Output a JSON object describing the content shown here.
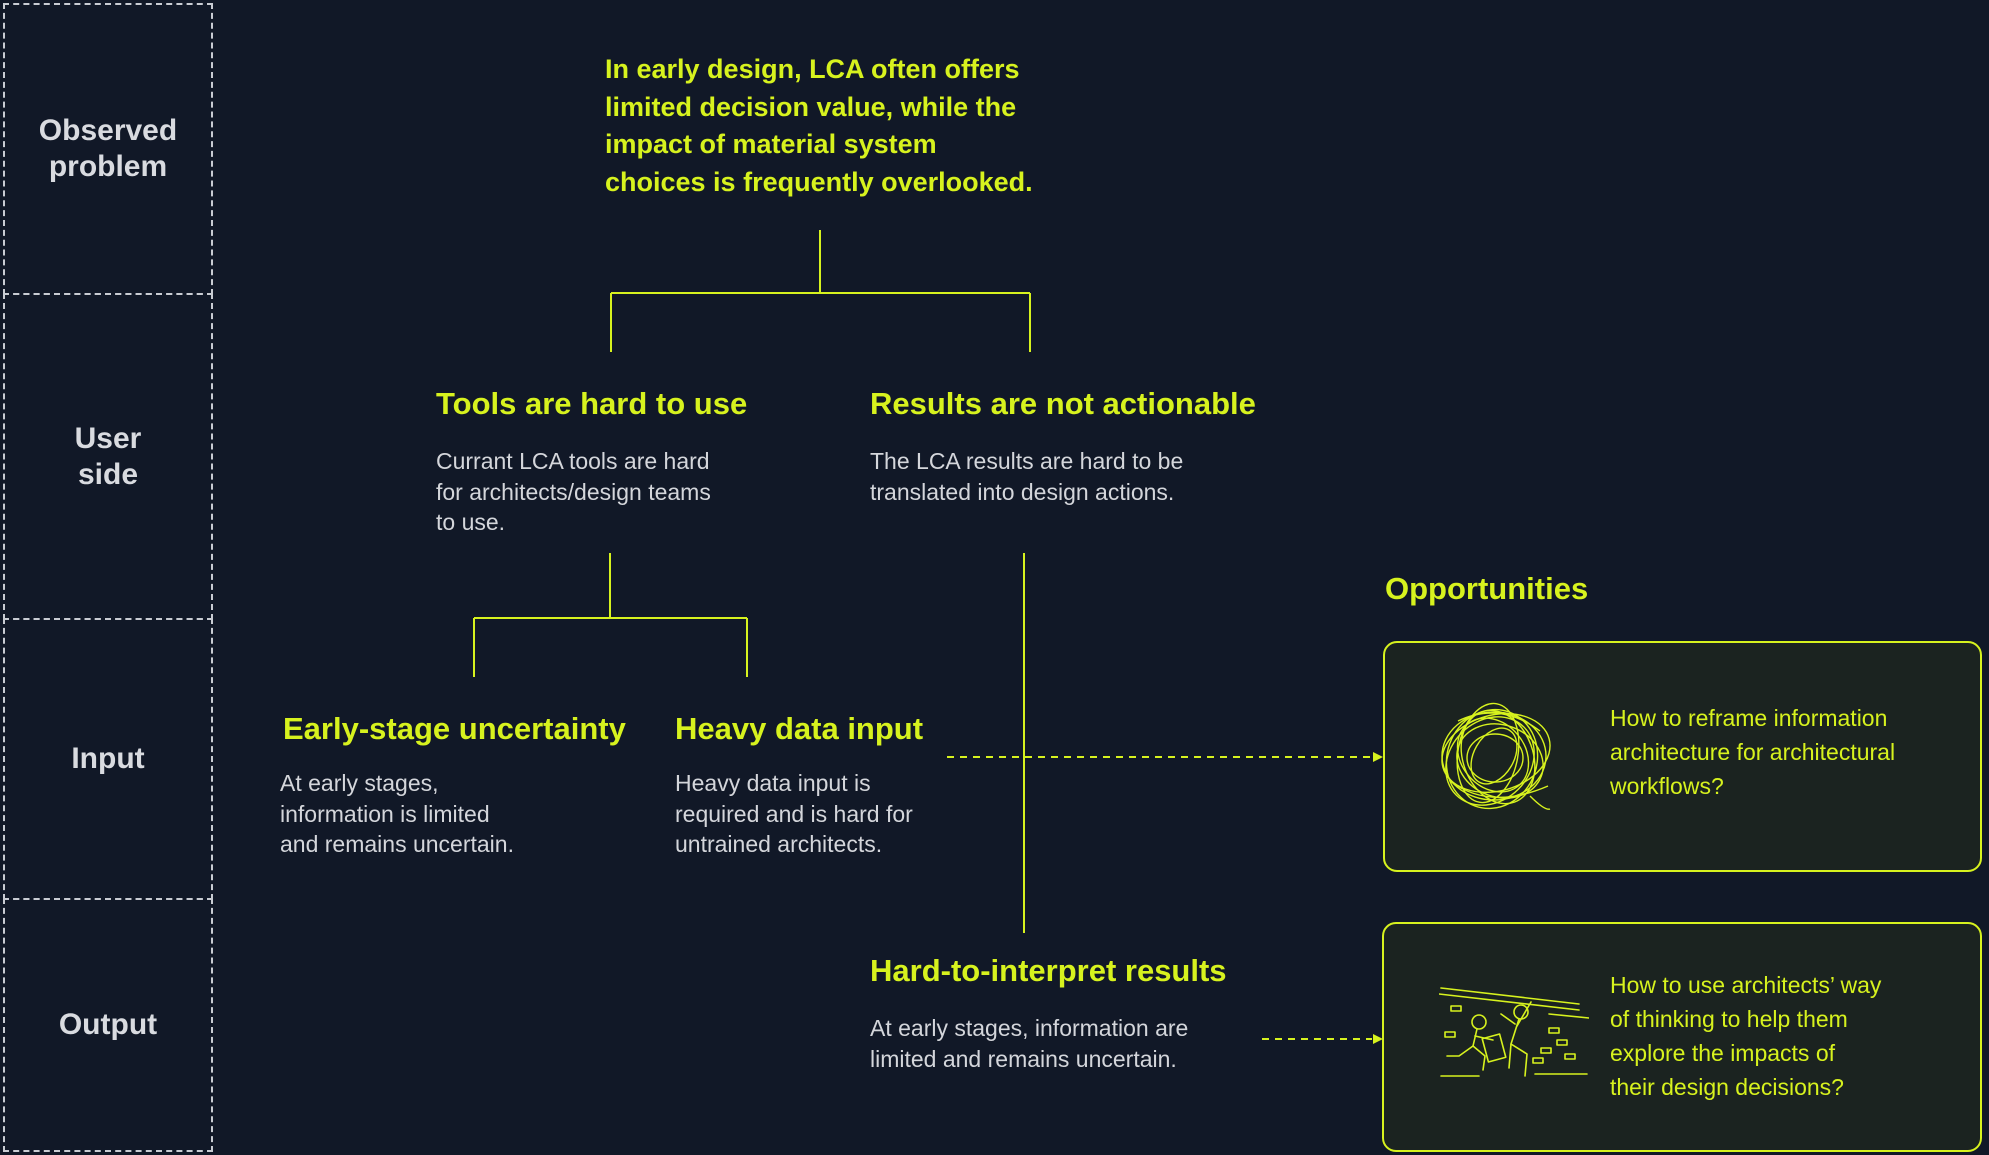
{
  "rows": [
    {
      "label": "Observed\nproblem"
    },
    {
      "label": "User\nside"
    },
    {
      "label": "Input"
    },
    {
      "label": "Output"
    }
  ],
  "problem": {
    "text": "In early design, LCA often offers\nlimited decision value, while the\nimpact of material system\nchoices is frequently overlooked."
  },
  "nodes": {
    "tools": {
      "title": "Tools are hard to use",
      "desc": "Currant LCA tools are hard\nfor architects/design teams\nto use."
    },
    "results": {
      "title": "Results are not actionable",
      "desc": "The LCA results are hard to be\ntranslated into design actions."
    },
    "uncertainty": {
      "title": "Early-stage uncertainty",
      "desc": "At early stages,\ninformation is limited\nand remains uncertain."
    },
    "data_input": {
      "title": "Heavy data input",
      "desc": "Heavy data input is\nrequired and is hard for\nuntrained architects."
    },
    "interpret": {
      "title": "Hard-to-interpret results",
      "desc": "At early stages, information are\nlimited and remains uncertain."
    }
  },
  "opportunities": {
    "title": "Opportunities",
    "items": [
      {
        "text": "How to reframe information\narchitecture for architectural\nworkflows?",
        "icon": "scribble-icon"
      },
      {
        "text": "How to use architects’ way\nof thinking to help them\nexplore the impacts of\ntheir design decisions?",
        "icon": "architect-sketch-icon"
      }
    ]
  },
  "colors": {
    "background": "#111827",
    "accent": "#d7f21e",
    "text": "#d4d6db",
    "border": "#c9ccd3"
  }
}
